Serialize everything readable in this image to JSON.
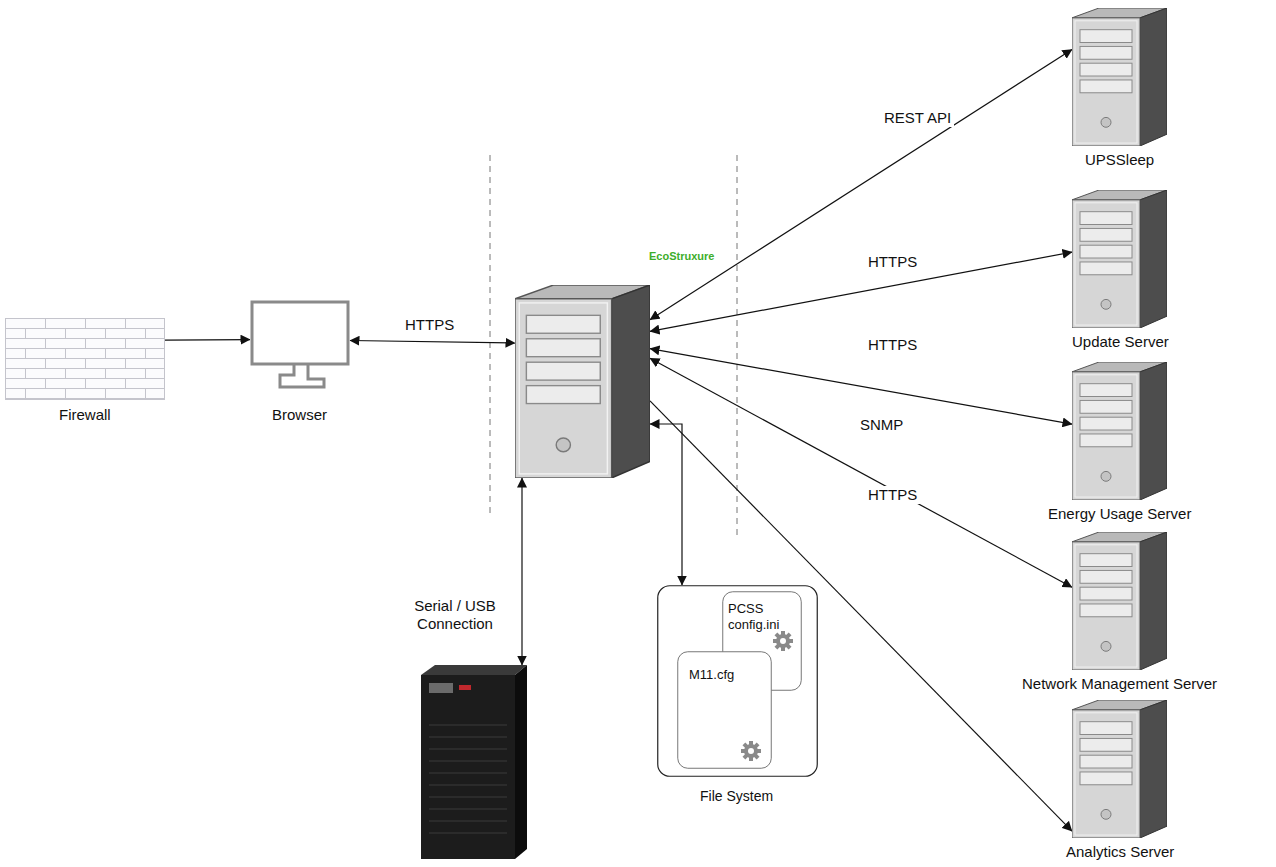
{
  "diagram": {
    "nodes": [
      {
        "text": [
          "Firewall"
        ]
      },
      {
        "text": [
          "Browser"
        ]
      },
      {
        "text": [
          "EcoStruxure"
        ]
      },
      {
        "text": [
          "UPSSleep"
        ]
      },
      {
        "text": [
          "Update Server"
        ]
      },
      {
        "text": [
          "Energy Usage Server"
        ]
      },
      {
        "text": [
          "Network Management Server"
        ]
      },
      {
        "text": [
          "Analytics Server"
        ]
      },
      {
        "text": [
          "Serial / USB Connection"
        ]
      },
      {
        "text": [
          "File System"
        ]
      },
      {
        "text": [
          "PCSS config.ini"
        ],
        "in": 9
      },
      {
        "text": [
          "M11.cfg"
        ],
        "in": 9
      }
    ],
    "edges": [
      {
        "from": 0,
        "to": 1,
        "arrow": "to"
      },
      {
        "from": 1,
        "to": 2,
        "label": "HTTPS",
        "arrow": "both"
      },
      {
        "from": 2,
        "to": 3,
        "label": "REST API",
        "arrow": "both"
      },
      {
        "from": 2,
        "to": 4,
        "label": "HTTPS",
        "arrow": "both"
      },
      {
        "from": 2,
        "to": 5,
        "label": "HTTPS",
        "arrow": "both"
      },
      {
        "from": 2,
        "to": 6,
        "label": "SNMP",
        "arrow": "both"
      },
      {
        "from": 2,
        "to": 7,
        "label": "HTTPS",
        "arrow": "to"
      },
      {
        "from": 2,
        "to": 8,
        "arrow": "both"
      },
      {
        "from": 2,
        "to": 9,
        "arrow": "both"
      }
    ]
  }
}
